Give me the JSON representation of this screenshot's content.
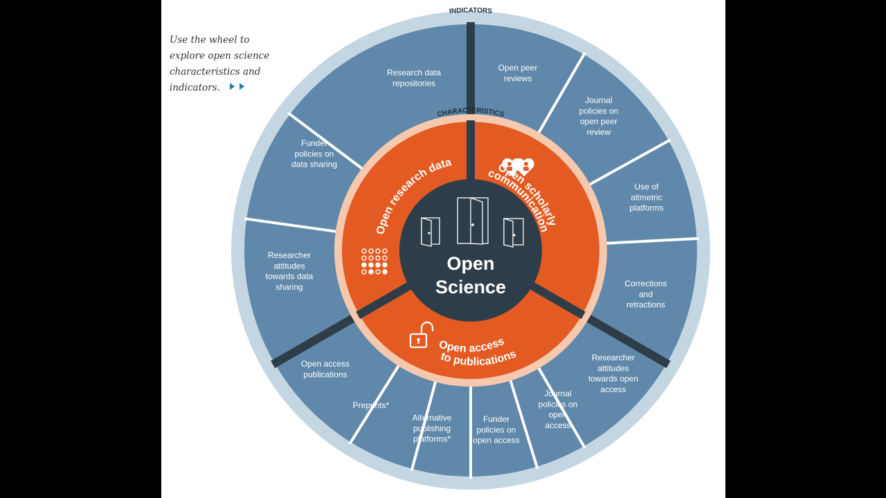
{
  "intro": {
    "lines": [
      "Use the wheel to",
      "explore open science",
      "characteristics and",
      "indicators."
    ]
  },
  "wheel": {
    "title_lines": [
      "Open",
      "Science"
    ],
    "ring_labels": {
      "indicators": "INDICATORS",
      "characteristics": "CHARACTERISTICS"
    },
    "characteristics": [
      {
        "label": "Open research data"
      },
      {
        "label_lines": [
          "Open scholarly",
          "communication"
        ]
      },
      {
        "label_lines": [
          "Open access",
          "to publications"
        ]
      }
    ],
    "indicators": [
      {
        "lines": [
          "Open peer",
          "reviews"
        ]
      },
      {
        "lines": [
          "Journal",
          "policies on",
          "open peer",
          "review"
        ]
      },
      {
        "lines": [
          "Use of",
          "altmetric",
          "platforms"
        ]
      },
      {
        "lines": [
          "Corrections",
          "and",
          "retractions"
        ]
      },
      {
        "lines": [
          "Researcher",
          "attitudes",
          "towards open",
          "access"
        ]
      },
      {
        "lines": [
          "Journal",
          "policies on",
          "open",
          "access"
        ]
      },
      {
        "lines": [
          "Funder",
          "policies on",
          "open access"
        ]
      },
      {
        "lines": [
          "Alternative",
          "publishing",
          "platforms*"
        ]
      },
      {
        "lines": [
          "Preprints*"
        ]
      },
      {
        "lines": [
          "Open access",
          "publications"
        ]
      },
      {
        "lines": [
          "Researcher",
          "attitudes",
          "towards data",
          "sharing"
        ]
      },
      {
        "lines": [
          "Funder",
          "policies on",
          "data sharing"
        ]
      },
      {
        "lines": [
          "Research data",
          "repositories"
        ]
      }
    ],
    "colors": {
      "outer_ring": "#c5d6e3",
      "indicator_fill": "#5f88aa",
      "divider": "#2f3d48",
      "characteristic_fill": "#e35b22",
      "characteristic_ring": "#f6c9ae",
      "hub": "#2d3e4a",
      "text_light": "#ffffff",
      "ring_label_text": "#1f2d3a"
    }
  }
}
